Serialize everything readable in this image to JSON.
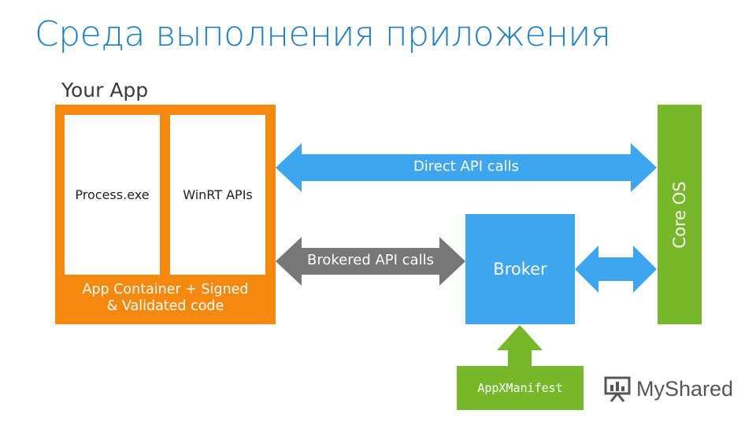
{
  "title": "Среда выполнения приложения",
  "app": {
    "label": "Your App",
    "process": "Process.exe",
    "winrt": "WinRT APIs",
    "caption_line1": "App Container + Signed",
    "caption_line2": "& Validated code"
  },
  "arrows": {
    "direct": "Direct API calls",
    "brokered": "Brokered API calls"
  },
  "broker": "Broker",
  "core_os": "Core OS",
  "manifest": "AppXManifest",
  "watermark": "MyShared",
  "colors": {
    "title": "#1f7fc6",
    "orange": "#f5890f",
    "blue": "#3ea6ee",
    "green": "#77b82a",
    "gray": "#777777"
  }
}
